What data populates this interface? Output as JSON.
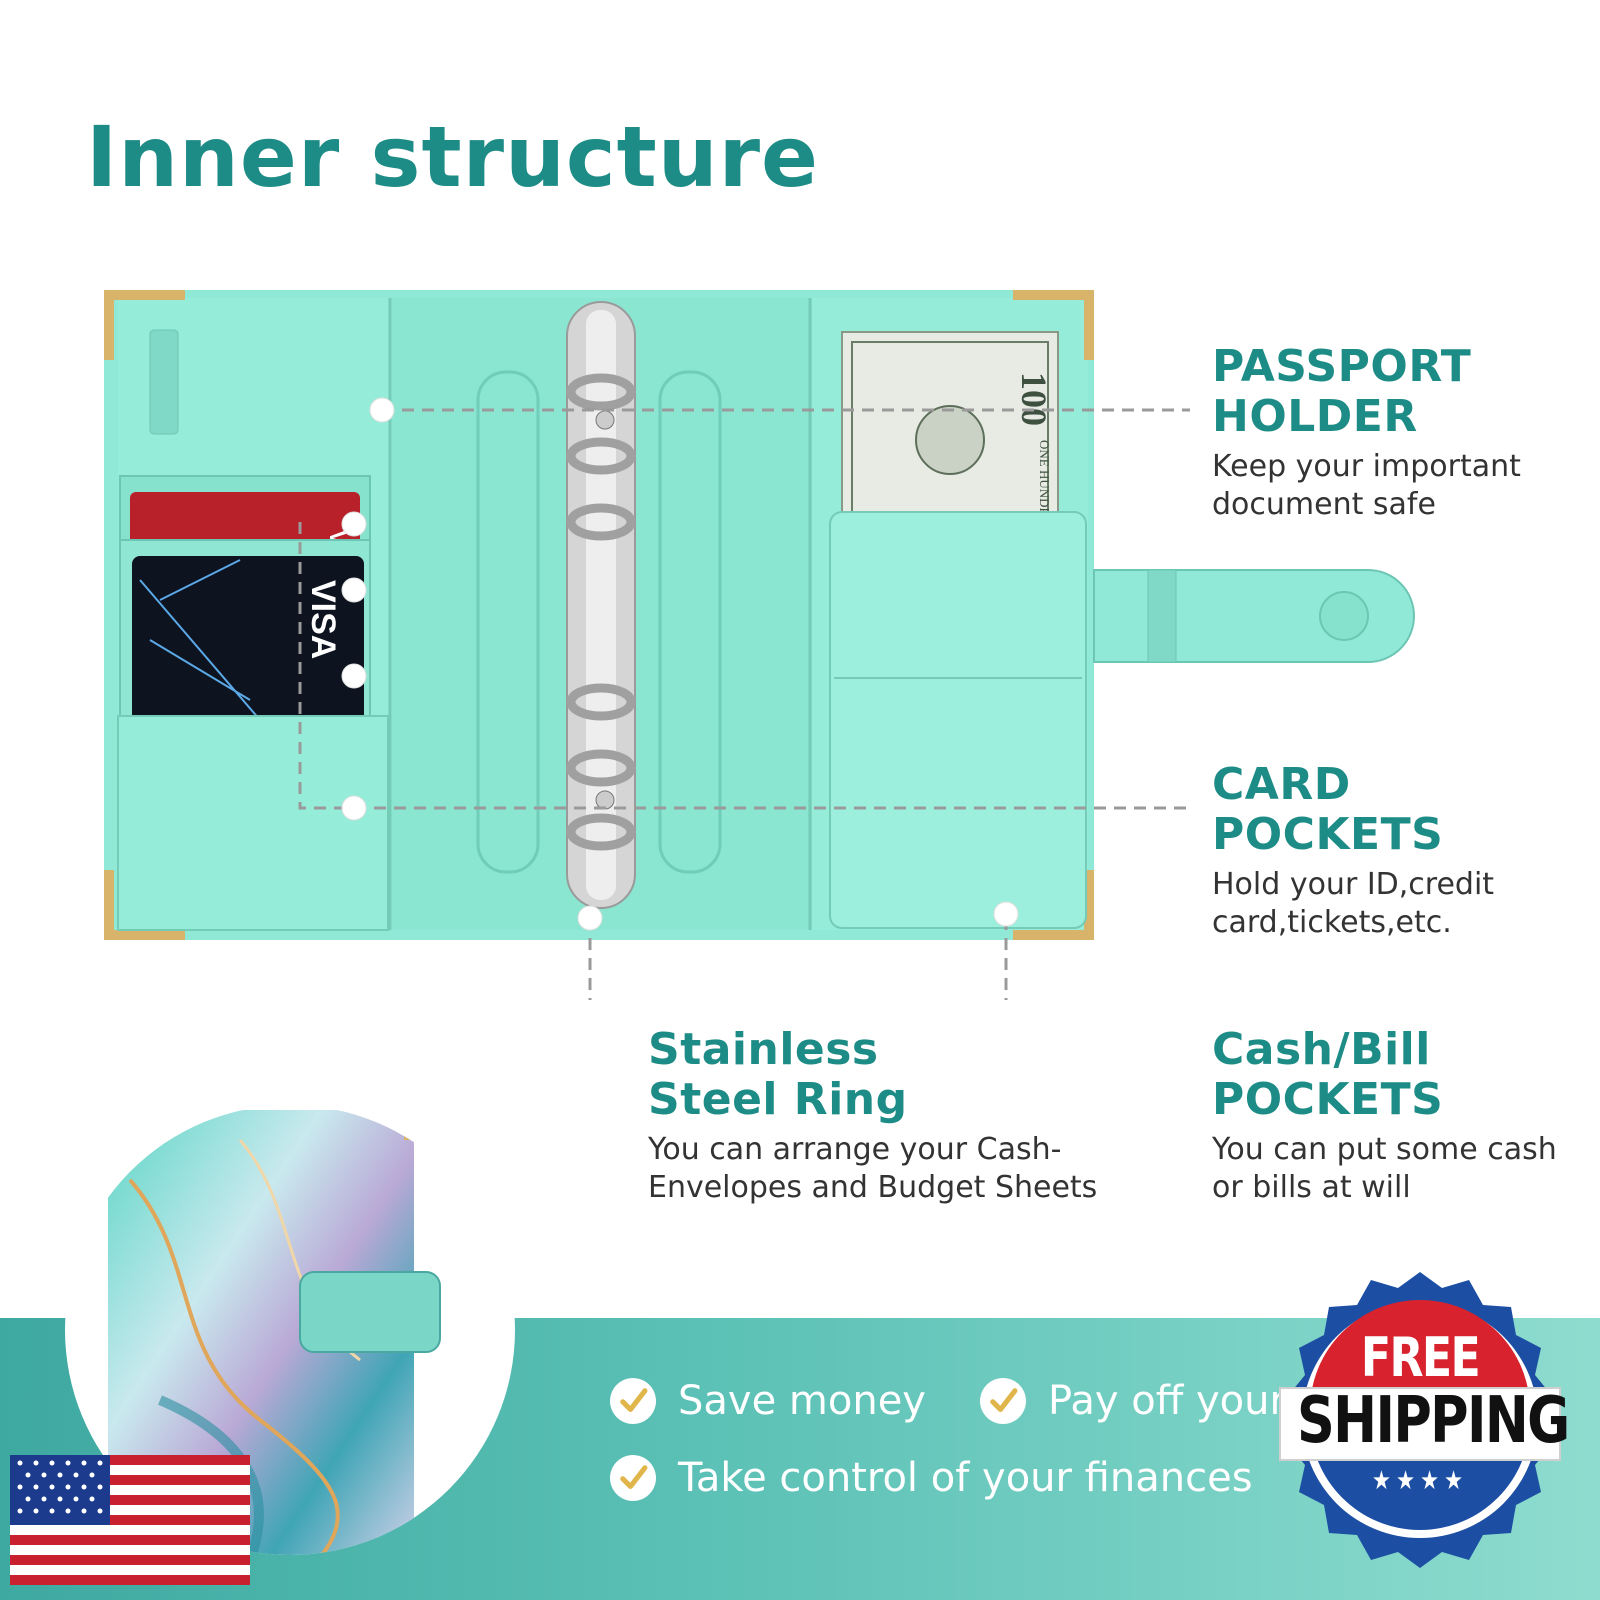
{
  "page": {
    "title": "Inner structure"
  },
  "callouts": {
    "passport": {
      "heading_line1": "PASSPORT",
      "heading_line2": "HOLDER",
      "desc_line1": "Keep your important",
      "desc_line2": "document safe"
    },
    "card": {
      "heading_line1": "CARD",
      "heading_line2": "POCKETS",
      "desc_line1": "Hold your ID,credit",
      "desc_line2": "card,tickets,etc."
    },
    "ring": {
      "heading_line1": "Stainless",
      "heading_line2": "Steel Ring",
      "desc_line1": "You can arrange your Cash-",
      "desc_line2": "Envelopes and Budget Sheets"
    },
    "cash": {
      "heading_line1": "Cash/Bill",
      "heading_line2": "POCKETS",
      "desc_line1": "You can put some cash",
      "desc_line2": "or bills at will"
    }
  },
  "features": [
    {
      "label": "Save money"
    },
    {
      "label": "Pay off your"
    },
    {
      "label": "Take control of your finances"
    }
  ],
  "product_art": {
    "card_brand": "VISA",
    "banknote_value": "100",
    "banknote_text": "ONE HUNDRED DOLLARS"
  },
  "badge": {
    "line1": "FREE",
    "line2": "SHIPPING",
    "stars": "★★★★"
  },
  "colors": {
    "brand_teal": "#1e8c86",
    "binder_mint": "#8fe9d6",
    "banner_teal": "#4db4ab",
    "badge_red": "#d8232f",
    "badge_blue": "#1c4fa3"
  }
}
